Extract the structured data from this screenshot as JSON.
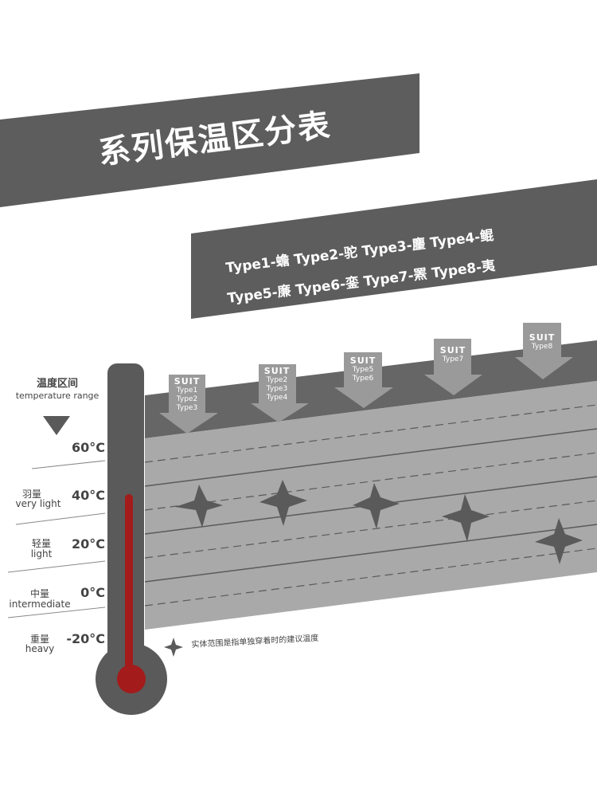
{
  "title": "系列保温区分表",
  "types": {
    "line1": "Type1-蟾  Type2-驼  Type3-麈  Type4-鲲",
    "line2": "Type5-廉  Type6-銮  Type7-罴  Type8-夷"
  },
  "range": {
    "title_cn": "温度区间",
    "title_en": "temperature range"
  },
  "temperatures": [
    "60°C",
    "40°C",
    "20°C",
    "0°C",
    "-20°C"
  ],
  "zones": [
    {
      "cn": "羽量",
      "en": "very light"
    },
    {
      "cn": "轻量",
      "en": "light"
    },
    {
      "cn": "中量",
      "en": "intermediate"
    },
    {
      "cn": "重量",
      "en": "heavy"
    }
  ],
  "suits": [
    {
      "label": "SUIT",
      "types": [
        "Type1",
        "Type2",
        "Type3"
      ]
    },
    {
      "label": "SUIT",
      "types": [
        "Type2",
        "Type3",
        "Type4"
      ]
    },
    {
      "label": "SUIT",
      "types": [
        "Type5",
        "Type6"
      ]
    },
    {
      "label": "SUIT",
      "types": [
        "Type7"
      ]
    },
    {
      "label": "SUIT",
      "types": [
        "Type8"
      ]
    }
  ],
  "note": "实体范围是指单独穿着时的建议温度",
  "colors": {
    "banner": "#5d5d5d",
    "chart_dark": "#666666",
    "chart_fill": "#a9a9a9",
    "arrow": "#9a9a9a",
    "thermometer": "#5a5a5a",
    "mercury": "#a31b1b"
  },
  "icons": {
    "down_triangle": "triangle-down-icon",
    "star": "four-point-star-icon"
  }
}
